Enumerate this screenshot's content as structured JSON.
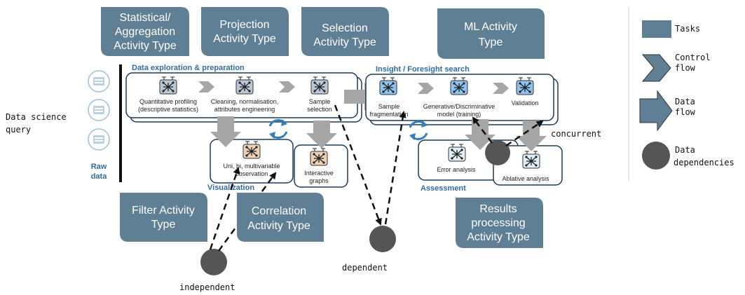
{
  "activity_types": {
    "statistical": [
      "Statistical/",
      "Aggregation",
      "Activity Type"
    ],
    "projection": [
      "Projection",
      "Activity Type"
    ],
    "selection": [
      "Selection",
      "Activity Type"
    ],
    "ml": [
      "ML Activity",
      "Type"
    ],
    "filter": [
      "Filter Activity",
      "Type"
    ],
    "correlation": [
      "Correlation",
      "Activity Type"
    ],
    "results": [
      "Results",
      "processing",
      "Activity Type"
    ]
  },
  "query_label": [
    "Data science",
    "query"
  ],
  "raw_data_label": [
    "Raw",
    "data"
  ],
  "sections": {
    "exploration": "Data exploration & preparation",
    "insight": "Insight / Foresight search",
    "visualization": "Visualization",
    "assessment": "Assessment"
  },
  "stages": {
    "quantitative": [
      "Quantitative profiling",
      "(descriptive statistics)"
    ],
    "cleaning": [
      "Cleaning, normalisation,",
      "attributes  engineering"
    ],
    "sample_selection": [
      "Sample",
      "selection"
    ],
    "sample_fragmentation": [
      "Sample",
      "fragmentation"
    ],
    "generative": [
      "Generative/Discriminative",
      "model (training)"
    ],
    "validation": [
      "Validation"
    ],
    "uni_bi": [
      "Uni, bi, multivariable",
      "observation"
    ],
    "interactive": [
      "Interactive",
      "graphs"
    ],
    "error_analysis": [
      "Error analysis"
    ],
    "ablative": [
      "Ablative analysis"
    ]
  },
  "dependency_labels": {
    "independent": "independent",
    "dependent": "dependent",
    "concurrent": "concurrent"
  },
  "legend": {
    "tasks": "Tasks",
    "control_flow": [
      "Control",
      "flow"
    ],
    "data_flow": [
      "Data",
      "flow"
    ],
    "data_dependencies": [
      "Data",
      "dependencies"
    ]
  },
  "colors": {
    "type_box": "#5f7f95",
    "arrow_gray": "#a6a6a6",
    "section_blue": "#2e6da4",
    "node_dark": "#555555"
  }
}
